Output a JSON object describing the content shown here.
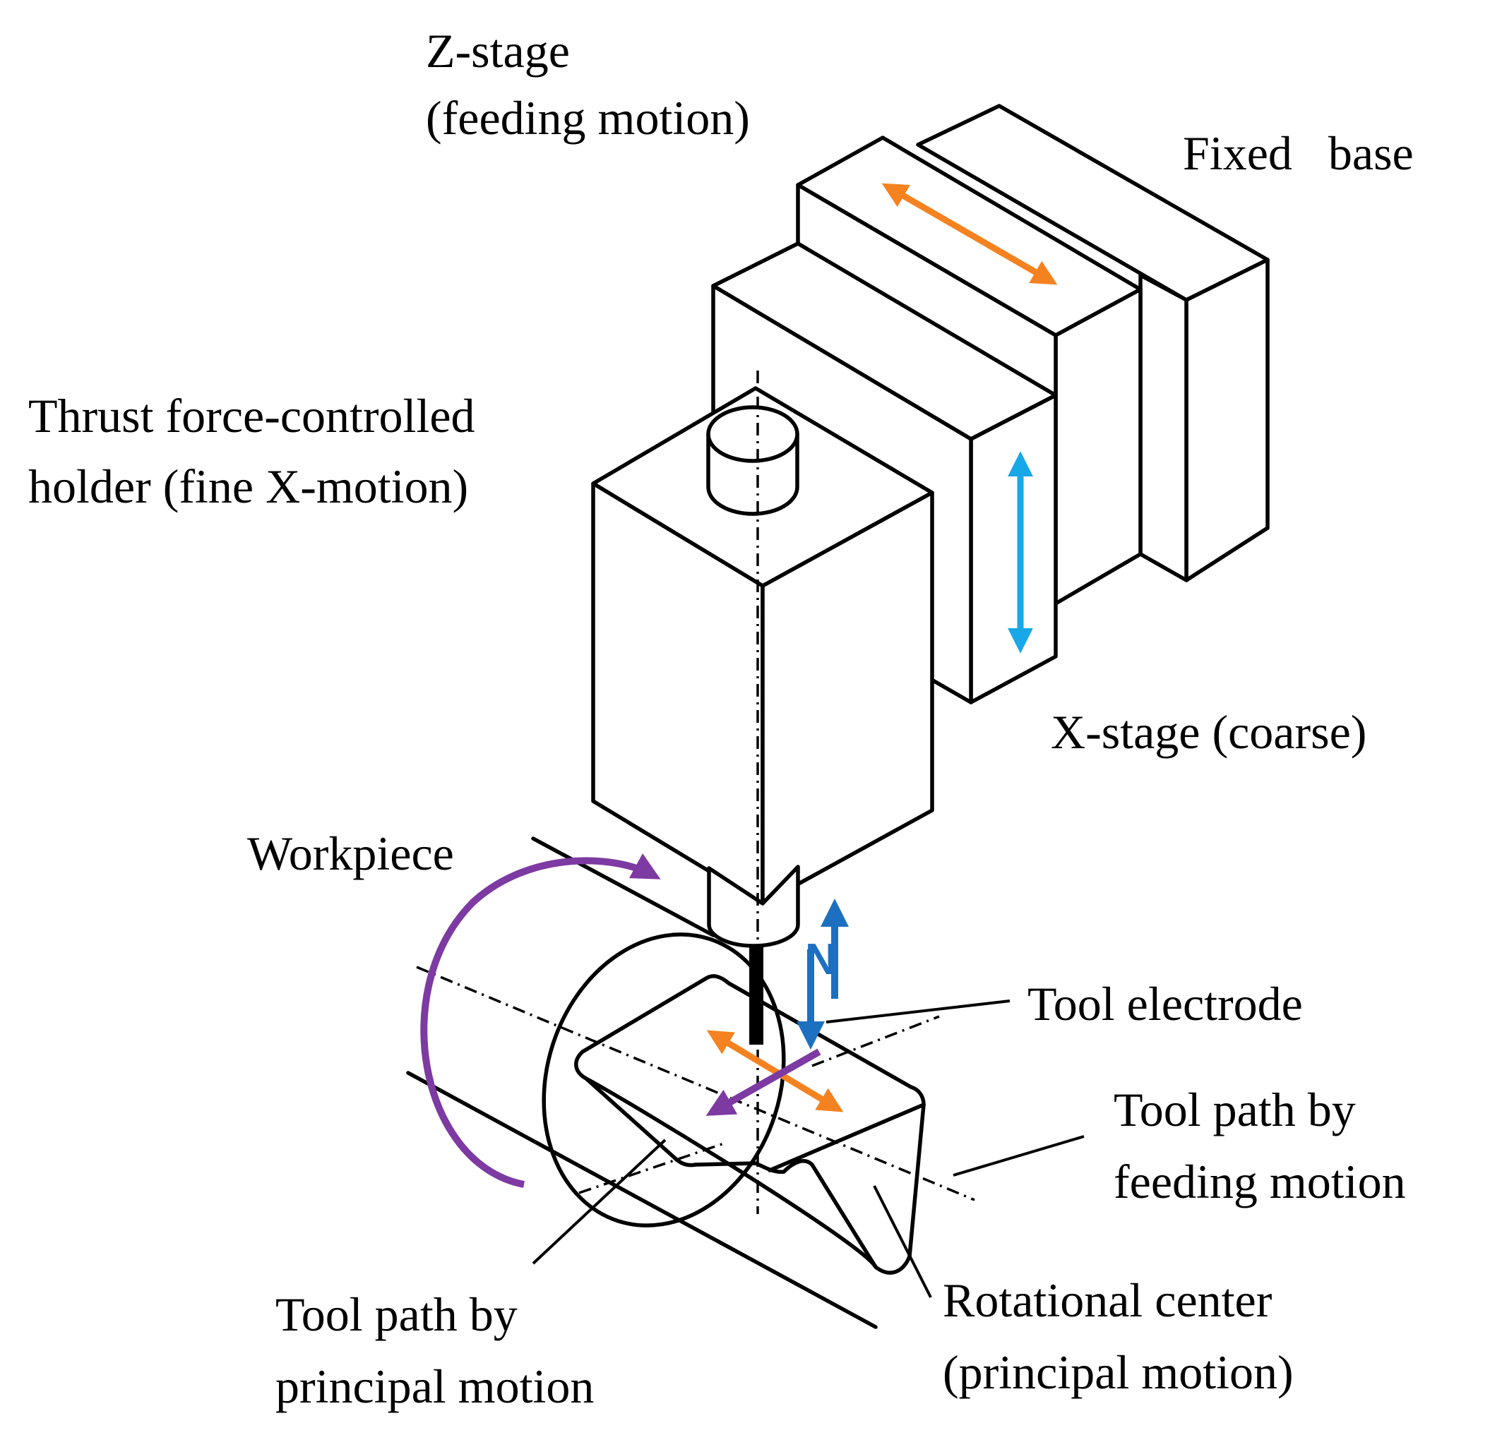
{
  "labels": {
    "z_stage_line1": "Z-stage",
    "z_stage_line2": "(feeding motion)",
    "fixed_base": "Fixed   base",
    "holder_line1": "Thrust force-controlled",
    "holder_line2": "holder (fine X-motion)",
    "x_stage": "X-stage (coarse)",
    "workpiece": "Workpiece",
    "tool_electrode": "Tool electrode",
    "feed_path_line1": "Tool path by",
    "feed_path_line2": "feeding motion",
    "principal_path_line1": "Tool path by",
    "principal_path_line2": "principal motion",
    "rot_center_line1": "Rotational center",
    "rot_center_line2": "(principal motion)",
    "n_symbol": "N"
  },
  "colors": {
    "orange": "#f58220",
    "cyan": "#17a8e8",
    "blue": "#1d70c0",
    "purple": "#7d3aa2",
    "line": "#000000"
  }
}
